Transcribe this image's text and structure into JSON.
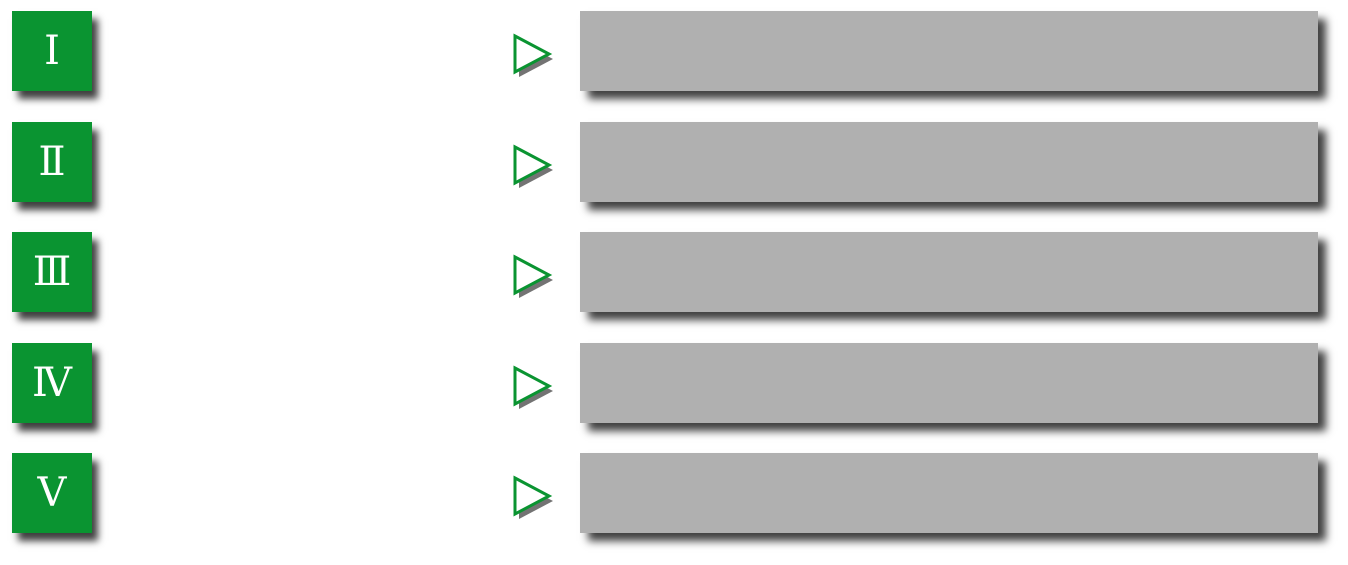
{
  "accent_color": "#0a9431",
  "bar_color": "#b0b0b0",
  "rows": [
    {
      "numeral": "Ⅰ",
      "icon": "play-arrow-outline-icon"
    },
    {
      "numeral": "Ⅱ",
      "icon": "play-arrow-outline-icon"
    },
    {
      "numeral": "Ⅲ",
      "icon": "play-arrow-outline-icon"
    },
    {
      "numeral": "Ⅳ",
      "icon": "play-arrow-outline-icon"
    },
    {
      "numeral": "Ⅴ",
      "icon": "play-arrow-outline-icon"
    }
  ]
}
